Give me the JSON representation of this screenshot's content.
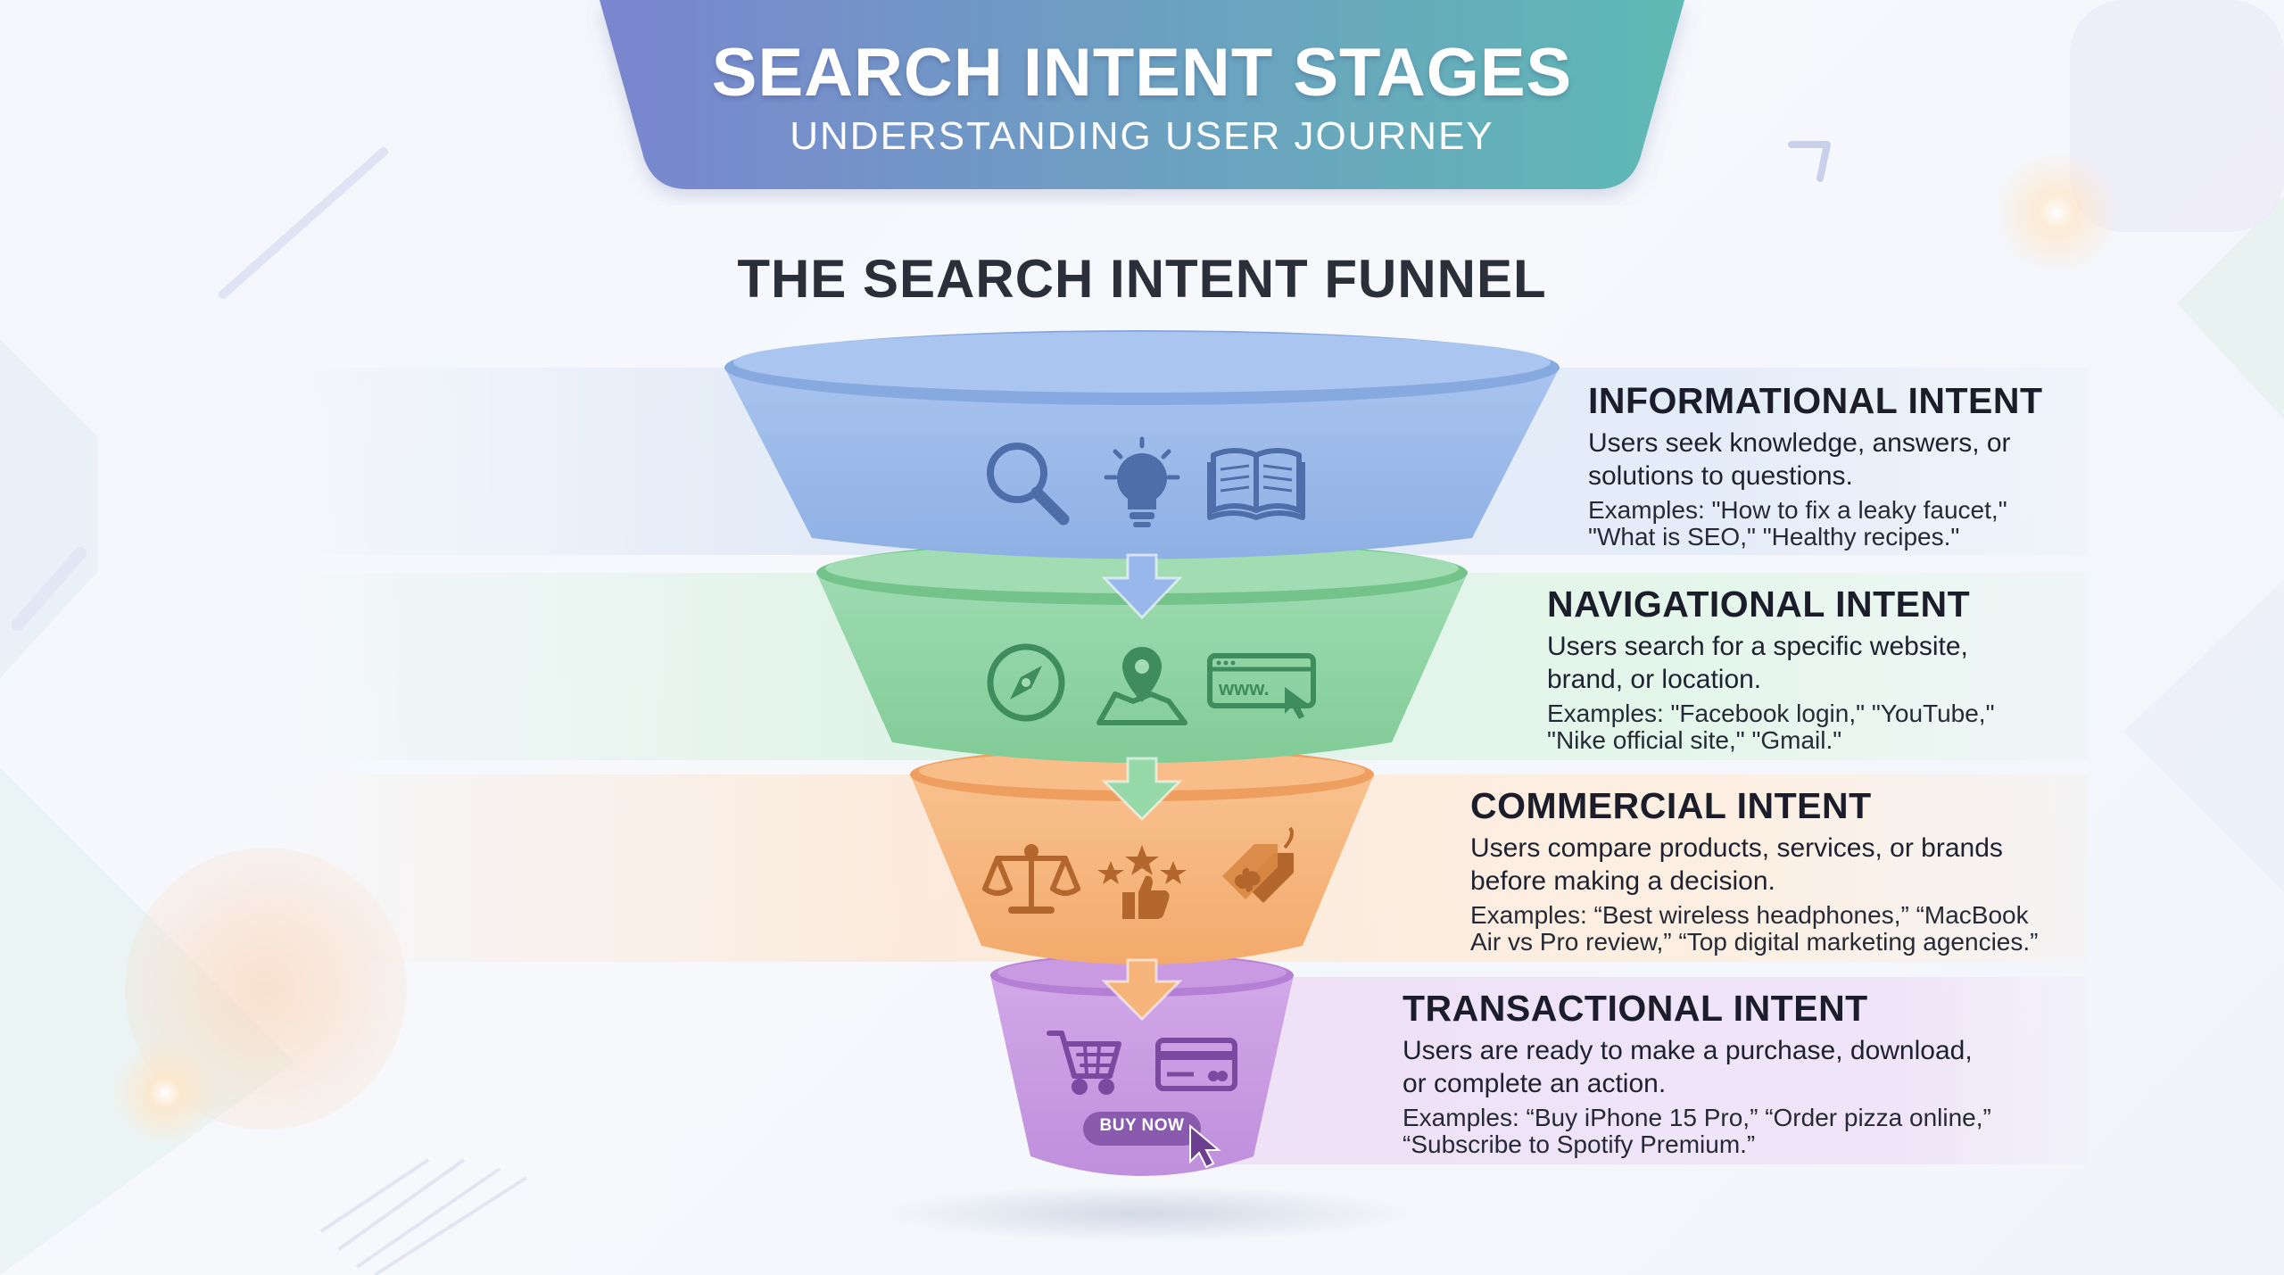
{
  "header": {
    "title": "SEARCH INTENT STAGES",
    "subtitle": "UNDERSTANDING USER JOURNEY"
  },
  "funnel_title": "THE SEARCH INTENT FUNNEL",
  "colors": {
    "banner_start": "#7a86cf",
    "banner_end": "#5fb9b4",
    "informational": "#9dbbea",
    "navigational": "#8fd3a3",
    "commercial": "#f6b57a",
    "transactional": "#c89be0"
  },
  "stages": [
    {
      "id": "informational",
      "title": "INFORMATIONAL INTENT",
      "description": [
        "Users seek knowledge, answers, or",
        "solutions to questions."
      ],
      "examples": [
        "Examples: \"How to fix a leaky faucet,\"",
        "\"What is SEO,\" \"Healthy recipes.\""
      ],
      "icons": [
        "magnifier-icon",
        "lightbulb-icon",
        "open-book-icon"
      ]
    },
    {
      "id": "navigational",
      "title": "NAVIGATIONAL INTENT",
      "description": [
        "Users search for a specific website,",
        "brand, or location."
      ],
      "examples": [
        "Examples: \"Facebook login,\" \"YouTube,\"",
        "\"Nike official site,\" \"Gmail.\""
      ],
      "icons": [
        "compass-icon",
        "map-pin-icon",
        "browser-www-icon"
      ]
    },
    {
      "id": "commercial",
      "title": "COMMERCIAL INTENT",
      "description": [
        "Users compare products, services, or brands",
        "before making a decision."
      ],
      "examples": [
        "Examples: “Best wireless headphones,” “MacBook",
        "Air vs Pro review,” “Top digital marketing agencies.”"
      ],
      "icons": [
        "balance-scale-icon",
        "stars-thumbs-up-icon",
        "price-tag-icon"
      ]
    },
    {
      "id": "transactional",
      "title": "TRANSACTIONAL INTENT",
      "description": [
        "Users are ready to make a purchase, download,",
        "or complete an action."
      ],
      "examples": [
        "Examples: “Buy iPhone 15 Pro,” “Order pizza online,”",
        "“Subscribe to Spotify Premium.”"
      ],
      "icons": [
        "shopping-cart-icon",
        "credit-card-icon"
      ],
      "button_label": "BUY NOW"
    }
  ]
}
